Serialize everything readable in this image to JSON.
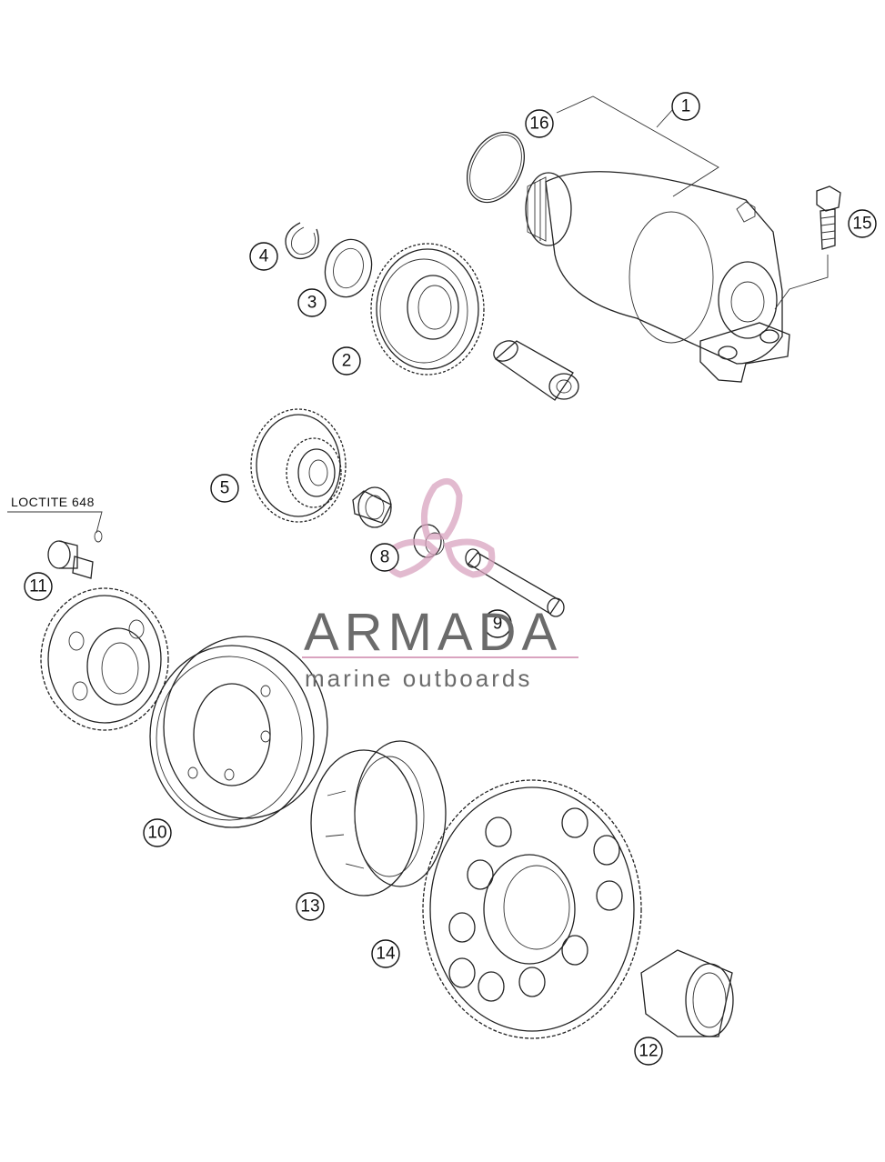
{
  "note": {
    "label": "LOCTITE 648"
  },
  "callouts": [
    "1",
    "2",
    "3",
    "4",
    "5",
    "8",
    "9",
    "10",
    "11",
    "12",
    "13",
    "14",
    "15",
    "16"
  ],
  "watermark": {
    "brand": "ARMADA",
    "tagline": "marine outboards",
    "colors": {
      "text": "#6b6b6b",
      "accent": "#d9a3bf"
    }
  },
  "colors": {
    "line": "#222222",
    "background": "#ffffff"
  }
}
